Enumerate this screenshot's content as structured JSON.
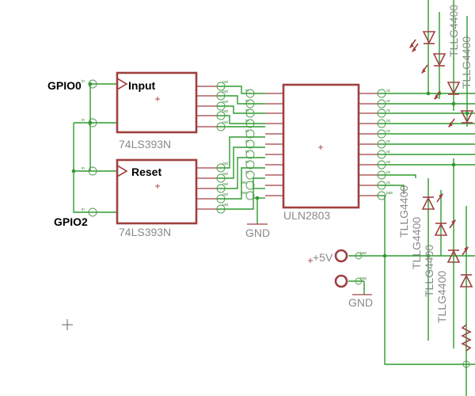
{
  "labels": {
    "gpio0": "GPIO0",
    "gpio2": "GPIO2",
    "chip1_pin": "Input",
    "chip2_pin": "Reset",
    "chip1_name": "74LS393N",
    "chip2_name": "74LS393N",
    "driver_name": "ULN2803",
    "gnd1": "GND",
    "gnd2": "GND",
    "vcc": "+5V",
    "led_name": "TLLG4400"
  },
  "pin_text": {
    "in": "in",
    "out": "out",
    "pwr": "pwr",
    "oc": "oc",
    "pas": "pas"
  },
  "colors": {
    "wire": "#2e9a2e",
    "component": "#a04040",
    "label_black": "#000000",
    "label_grey": "#8a8a8a"
  }
}
